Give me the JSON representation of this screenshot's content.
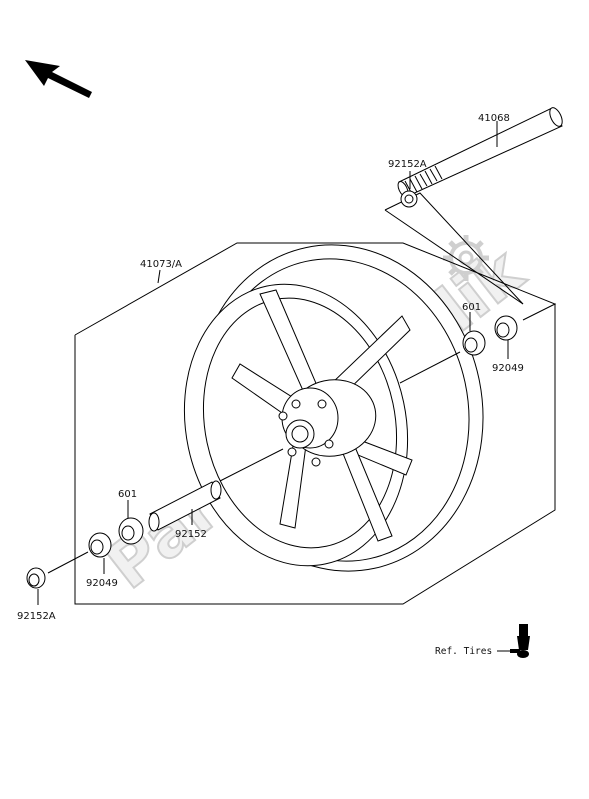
{
  "watermark": {
    "text": "PartsRepublik"
  },
  "labels": {
    "axle": "41068",
    "collar_top": "92152A",
    "wheel": "41073/A",
    "bearing_right": "601",
    "seal_right": "92049",
    "bearing_left": "601",
    "spacer": "92152",
    "seal_left": "92049",
    "collar_bottom": "92152A",
    "ref_tires": "Ref. Tires"
  }
}
